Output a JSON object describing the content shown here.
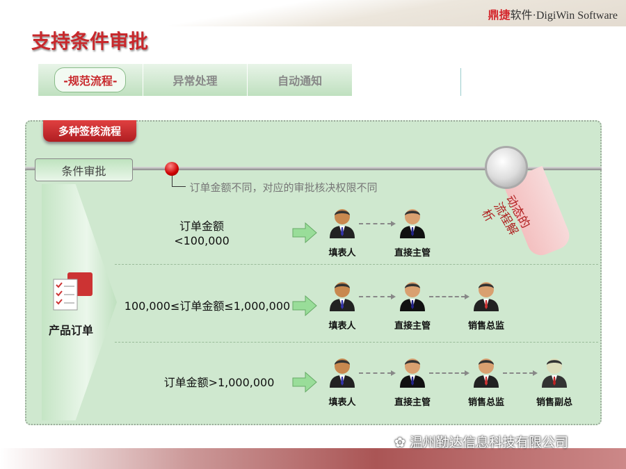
{
  "header": {
    "logo_parts": [
      "鼎",
      "捷",
      "软件·DigiWin Software"
    ],
    "title": "支持条件审批"
  },
  "tabs": [
    {
      "label": "-规范流程-",
      "active": true
    },
    {
      "label": "异常处理"
    },
    {
      "label": "自动通知"
    }
  ],
  "panel": {
    "tag": "多种签核流程",
    "condition_box": "条件审批",
    "note": "订单金额不同，对应的审批核决权限不同",
    "ribbon_lines": [
      "动态的",
      "流程解析"
    ],
    "product_label": "产品订单"
  },
  "rows": [
    {
      "condition": "订单金额\n<100,000",
      "approvers": [
        "填表人",
        "直接主管"
      ]
    },
    {
      "condition": "100,000≤订单金额≤1,000,000",
      "approvers": [
        "填表人",
        "直接主管",
        "销售总监"
      ]
    },
    {
      "condition": "订单金额>1,000,000",
      "approvers": [
        "填表人",
        "直接主管",
        "销售总监",
        "销售副总"
      ]
    }
  ],
  "watermark": "温州勤达信息科技有限公司"
}
